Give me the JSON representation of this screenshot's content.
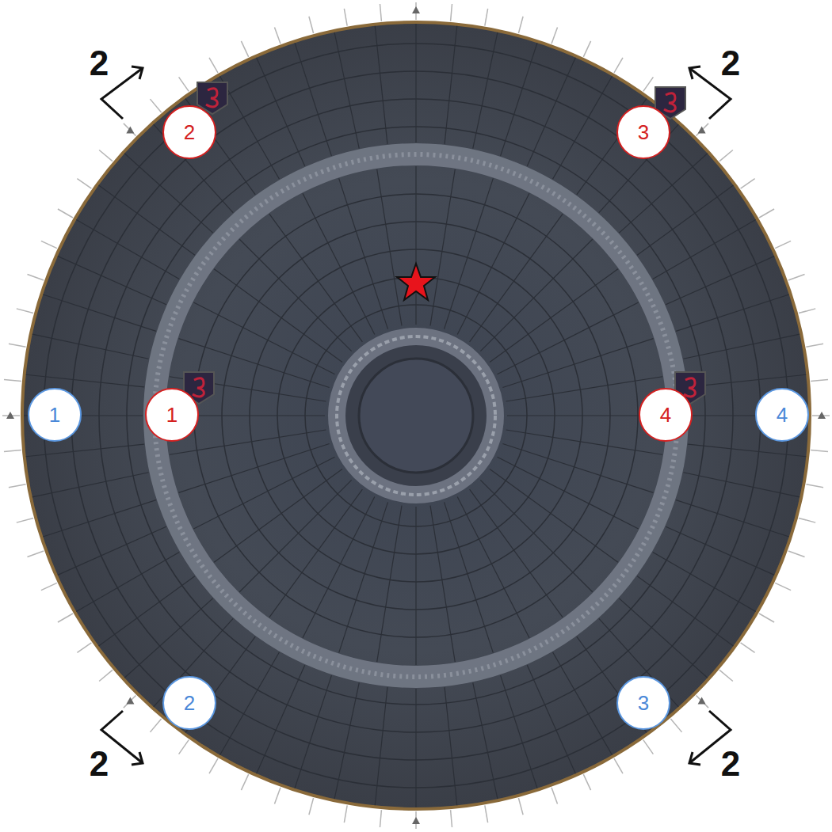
{
  "diagram": {
    "nodes": [
      {
        "text": [
          "2"
        ]
      },
      {
        "text": [
          "3"
        ]
      },
      {
        "text": [
          "1"
        ]
      },
      {
        "text": [
          "1"
        ]
      },
      {
        "text": [
          "4"
        ]
      },
      {
        "text": [
          "4"
        ]
      },
      {
        "text": [
          "2"
        ]
      },
      {
        "text": [
          "3"
        ]
      }
    ],
    "labels": [
      "2",
      "2",
      "2",
      "2"
    ]
  }
}
